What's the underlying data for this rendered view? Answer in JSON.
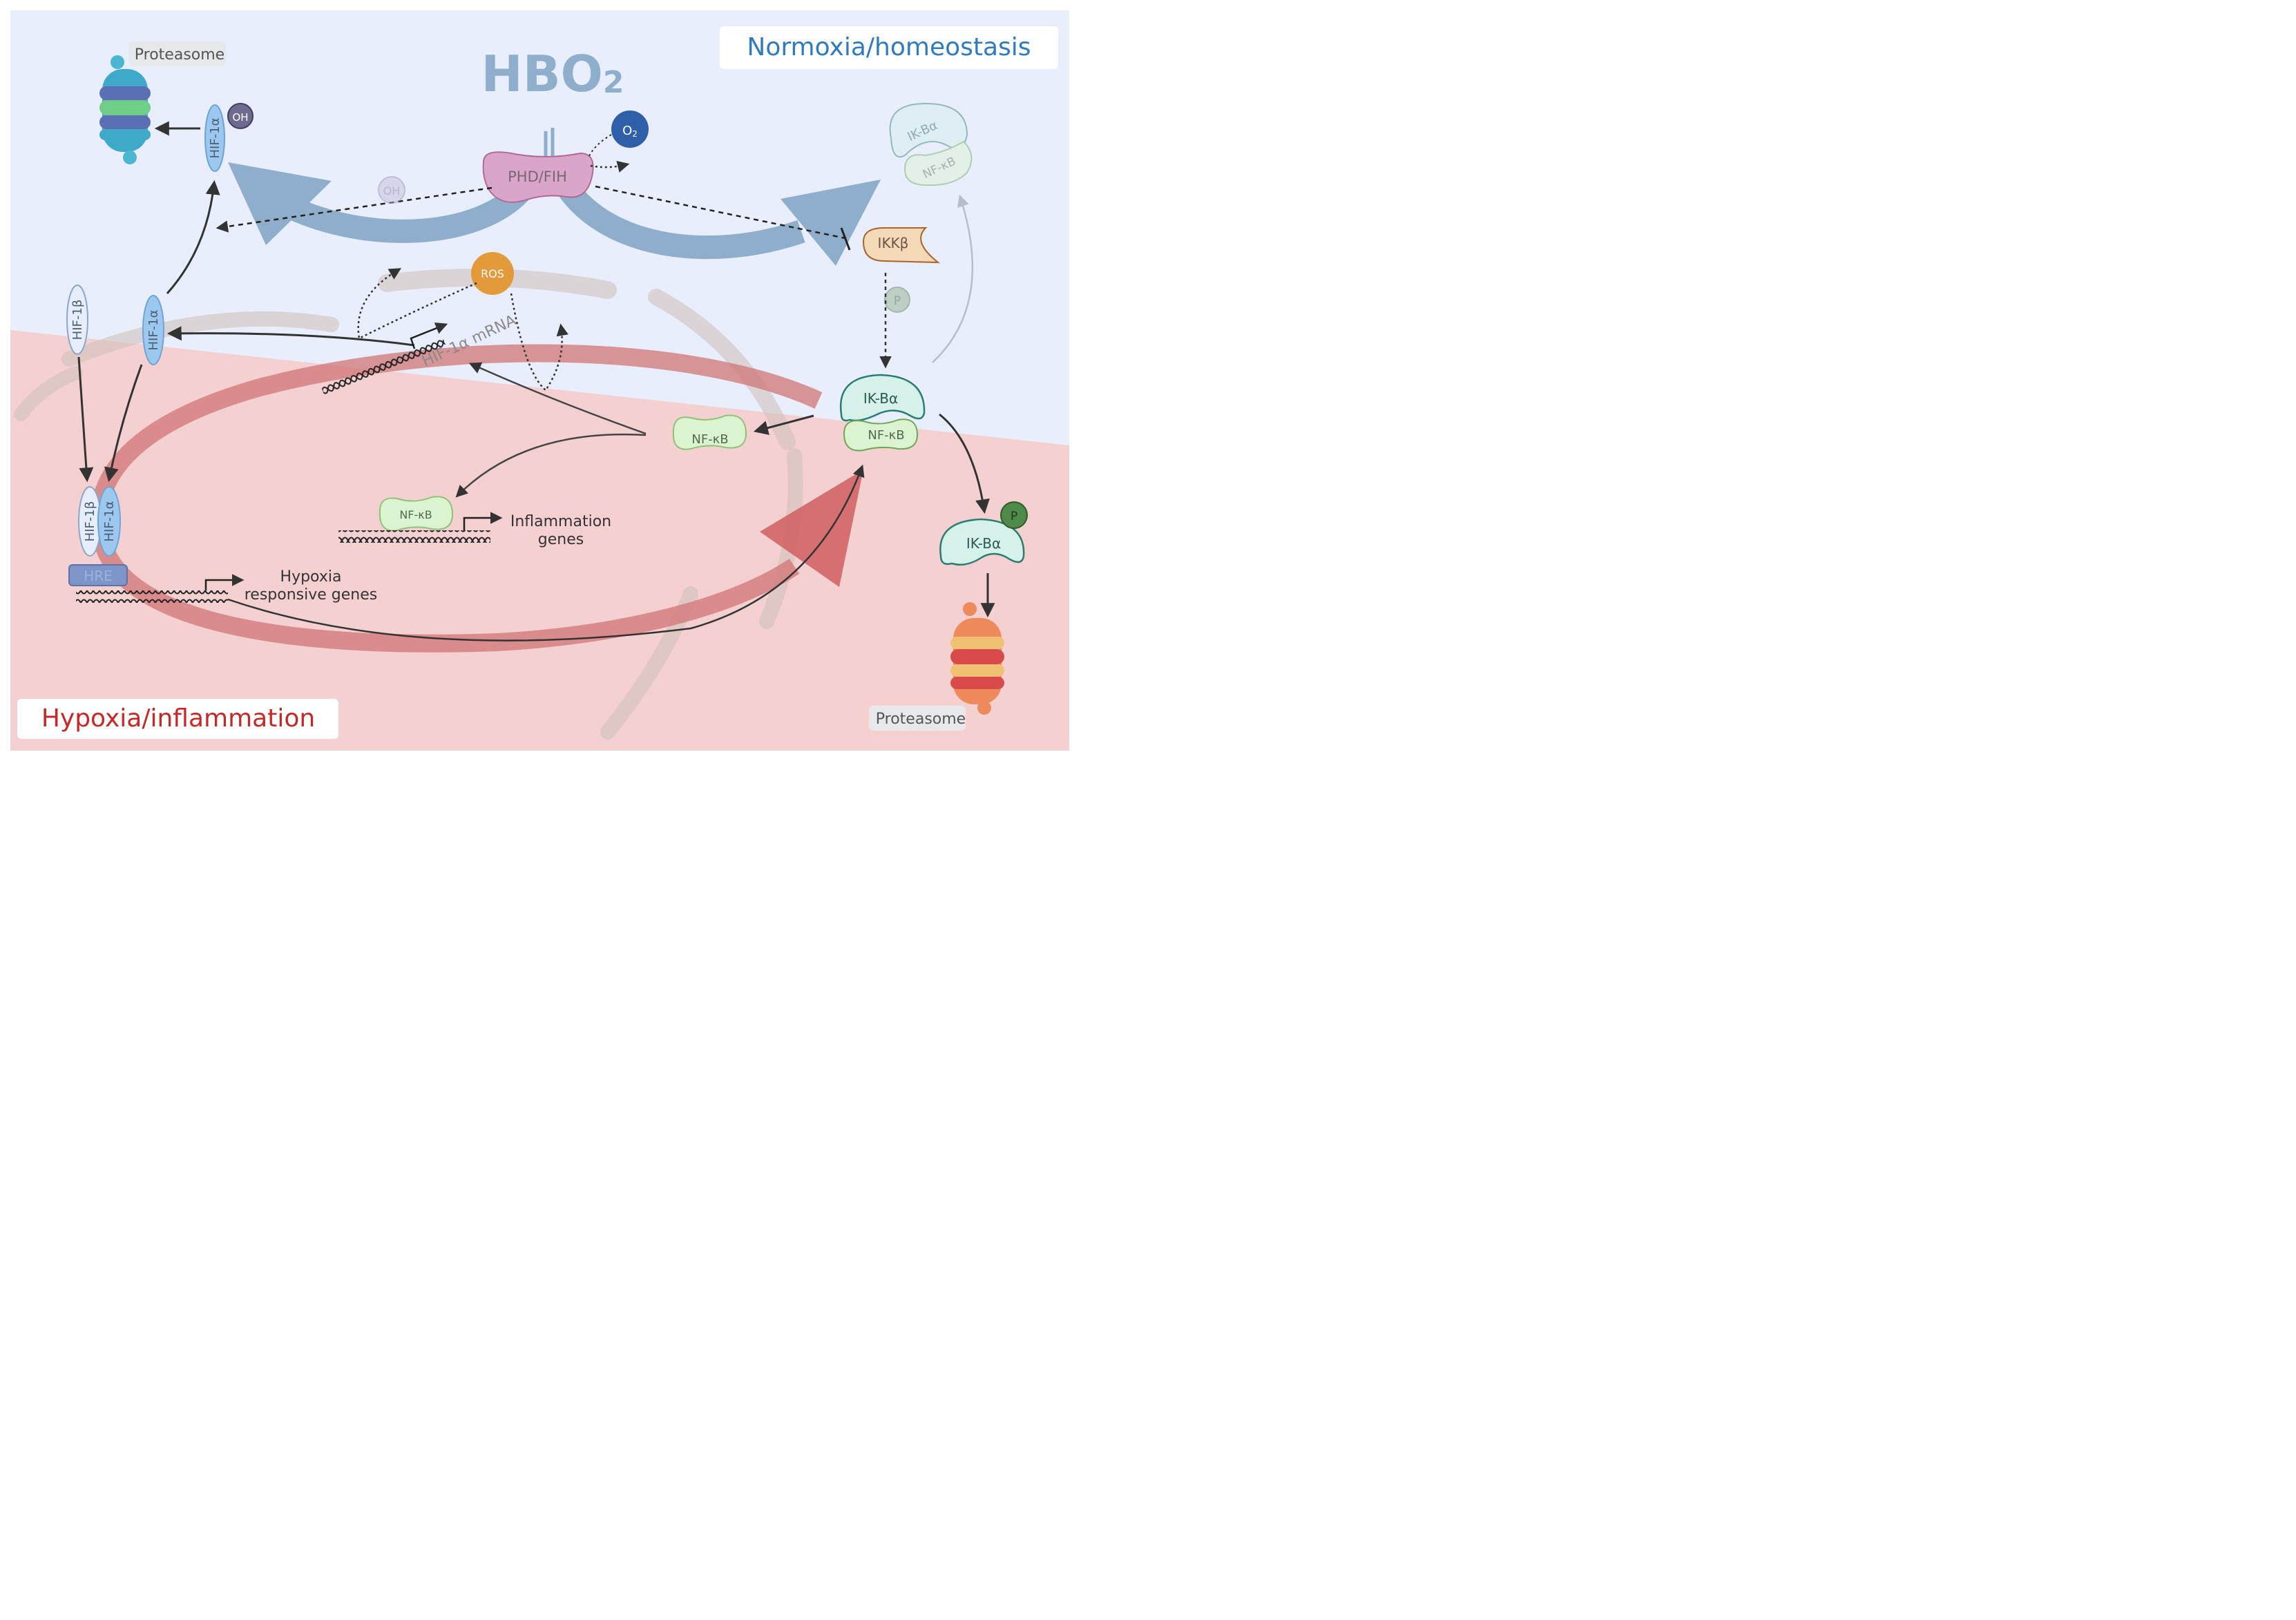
{
  "regions": {
    "normoxia": {
      "label": "Normoxia/homeostasis",
      "color": "#2f7bbf"
    },
    "hypoxia": {
      "label": "Hypoxia/inflammation",
      "color": "#c62828"
    }
  },
  "treatment": {
    "label": "HBO",
    "subscript": "2",
    "color": "#8faecb"
  },
  "molecules": {
    "oxygen": {
      "label": "O",
      "subscript": "2"
    },
    "phd_fih": "PHD/FIH",
    "hydroxyl_top": "OH",
    "hydroxyl_faded": "OH",
    "hif1a": "HIF-1α",
    "hif1b": "HIF-1β",
    "hre": "HRE",
    "hif1a_mrna": "HIF-1α mRNA",
    "ros": "ROS",
    "ikkb": "IKKβ",
    "phosphate": "P",
    "ikba": "IK-Bα",
    "nfkb": "NF-κB",
    "nfkb_small": "NF-κB"
  },
  "labels": {
    "proteasome_top": "Proteasome",
    "proteasome_bottom": "Proteasome",
    "hypoxia_genes_line1": "Hypoxia",
    "hypoxia_genes_line2": "responsive genes",
    "inflammation_genes_line1": "Inflammation",
    "inflammation_genes_line2": "genes"
  },
  "colors": {
    "bg_blue": "#e8eefb",
    "bg_pink": "#f4d0d0",
    "blue_arrow": "#8faecb",
    "red_arrow": "#d27575",
    "phd": "#d9a6c9",
    "oxygen": "#2e5fa8",
    "ros": "#e39a3b",
    "ikkb": "#f3d9b8",
    "ikba": "#d6f0ea",
    "nfkb": "#dcf3cf",
    "hif": "#9cc8f0",
    "hif1b": "#e6eefb"
  }
}
